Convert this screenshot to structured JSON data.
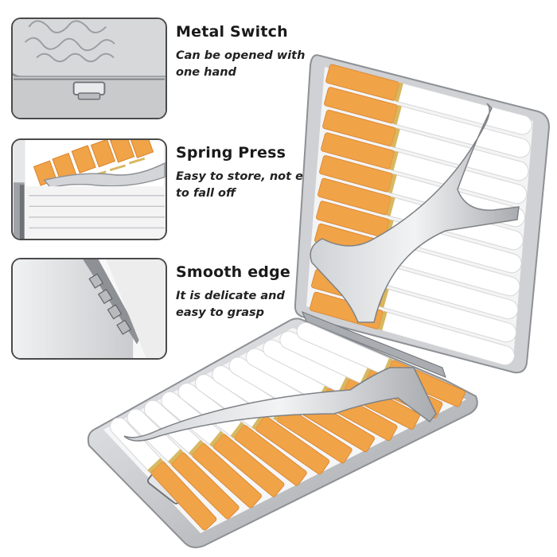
{
  "features": [
    {
      "title": "Metal Switch",
      "line1": "Can be opened with",
      "line2": "one hand",
      "icon": "metal-switch-clasp"
    },
    {
      "title": "Spring Press",
      "line1": "Easy to store, not easy",
      "line2": "to fall off",
      "icon": "spring-press-bar"
    },
    {
      "title": "Smooth edge",
      "line1": "It is delicate and",
      "line2": "easy to grasp",
      "icon": "hinge-edge"
    }
  ],
  "colors": {
    "filter": "#f0a347",
    "filter_dark": "#d9822b",
    "paper": "#ffffff",
    "metal": "#c9cbce",
    "metal_dark": "#8d9094",
    "gold_band": "#d8b860"
  }
}
